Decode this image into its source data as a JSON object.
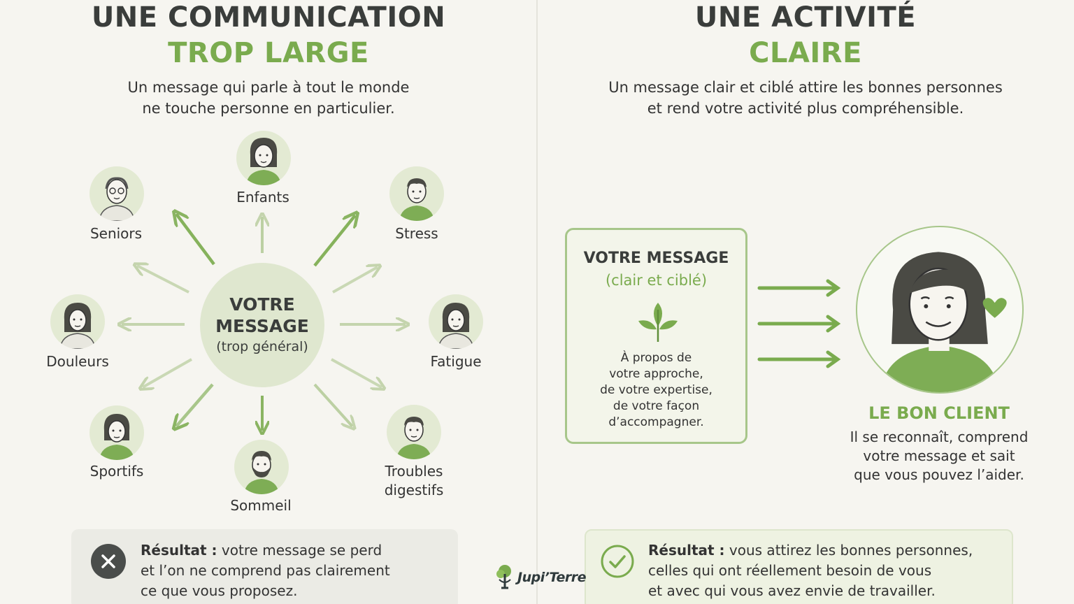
{
  "left": {
    "title_line1": "UNE COMMUNICATION",
    "title_line2": "TROP LARGE",
    "subtitle_line1": "Un message qui parle à tout le monde",
    "subtitle_line2": "ne touche personne en particulier.",
    "hub": {
      "line1": "VOTRE",
      "line2": "MESSAGE",
      "line3": "(trop général)"
    },
    "audiences": {
      "enfants": "Enfants",
      "seniors": "Seniors",
      "stress": "Stress",
      "douleurs": "Douleurs",
      "fatigue": "Fatigue",
      "sportifs": "Sportifs",
      "sommeil": "Sommeil",
      "troubles_line1": "Troubles",
      "troubles_line2": "digestifs"
    },
    "result": {
      "label": "Résultat :",
      "line1": "votre message se perd",
      "line2": "et l’on ne comprend pas clairement",
      "line3": "ce que vous proposez."
    }
  },
  "right": {
    "title_line1": "UNE ACTIVITÉ",
    "title_line2": "CLAIRE",
    "subtitle_line1": "Un message clair et ciblé attire les bonnes personnes",
    "subtitle_line2": "et rend votre activité plus compréhensible.",
    "message": {
      "title": "VOTRE MESSAGE",
      "subtitle": "(clair et ciblé)",
      "line1": "À propos de",
      "line2": "votre approche,",
      "line3": "de votre expertise,",
      "line4": "de votre façon",
      "line5": "d’accompagner."
    },
    "client": {
      "title": "LE BON CLIENT",
      "line1": "Il se reconnaît, comprend",
      "line2": "votre message et sait",
      "line3": "que vous pouvez l’aider."
    },
    "result": {
      "label": "Résultat :",
      "line1": "vous attirez les bonnes personnes,",
      "line2": "celles qui ont réellement besoin de vous",
      "line3": "et avec qui vous avez envie de travailler."
    }
  },
  "logo": {
    "text": "Jupi’Terre"
  },
  "colors": {
    "accent_green": "#7aab4e",
    "light_green": "#dfe7cf",
    "dark_text": "#3a3d3b",
    "error_icon": "#4a4d4b"
  }
}
